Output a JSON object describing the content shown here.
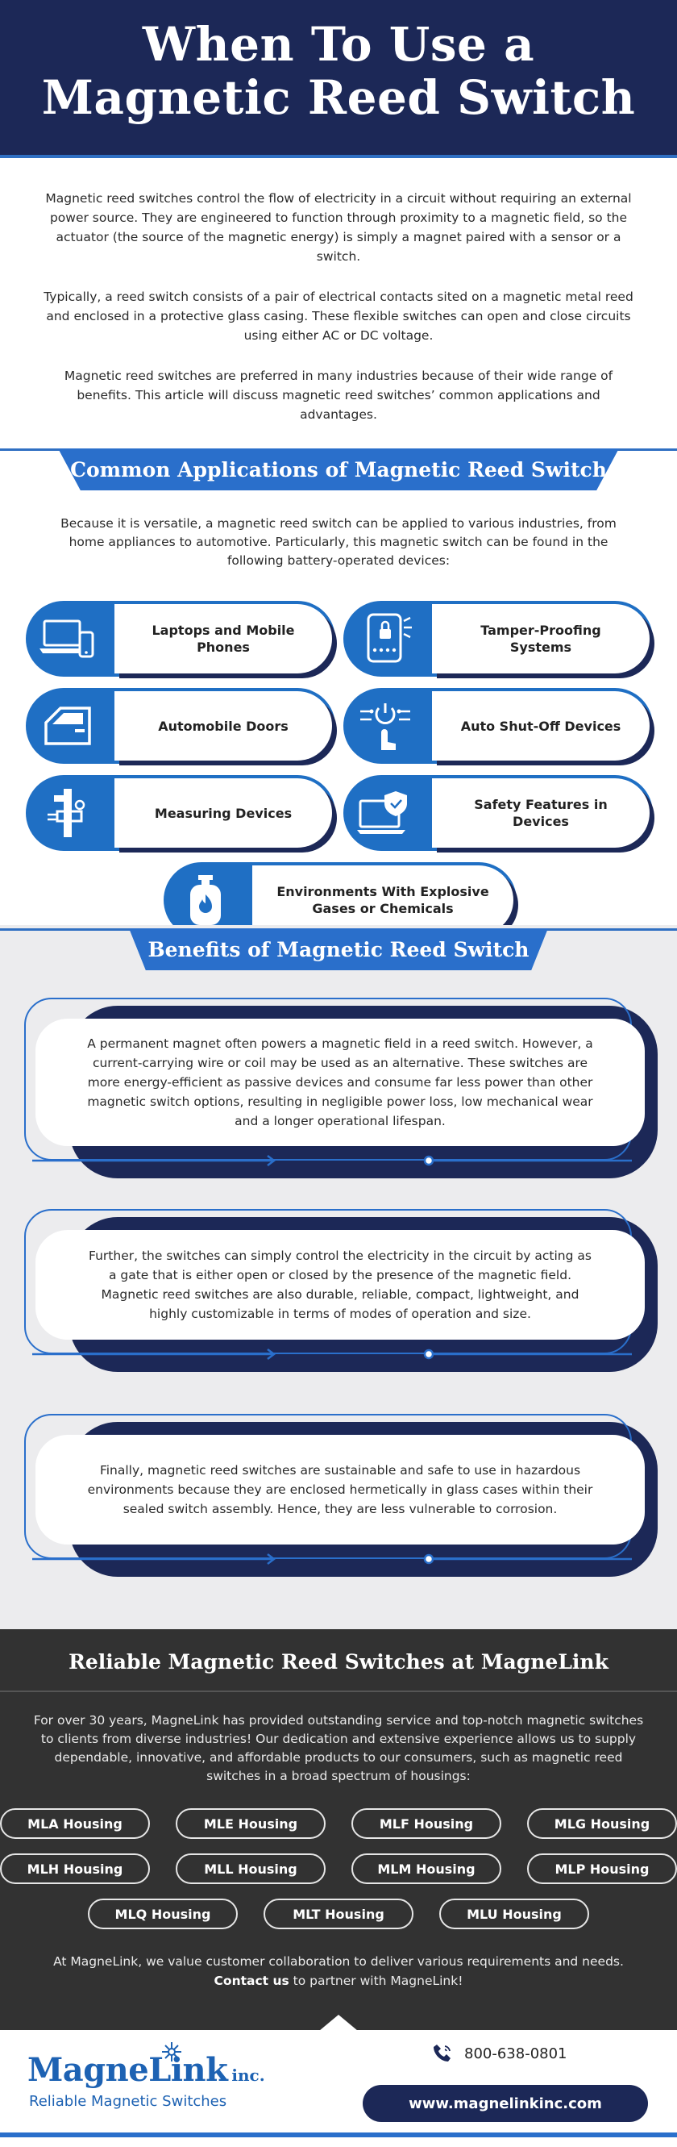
{
  "header": {
    "title_line1": "When To Use a",
    "title_line2": "Magnetic Reed Switch"
  },
  "intro": {
    "p1": "Magnetic reed switches control the flow of electricity in a circuit without requiring an external power source. They are engineered to function through proximity to a magnetic field, so the actuator (the source of the magnetic energy) is simply a magnet paired with a sensor or a switch.",
    "p2": "Typically, a reed switch consists of a pair of electrical contacts sited on a magnetic metal reed and enclosed in a protective glass casing. These flexible switches can open and close circuits using either AC or DC voltage.",
    "p3": "Magnetic reed switches are preferred in many industries because of their wide range of benefits. This article will discuss magnetic reed switches’ common applications and advantages."
  },
  "applications": {
    "heading": "Common Applications of Magnetic Reed Switch",
    "intro": "Because it is versatile, a magnetic reed switch can be applied to various industries, from home appliances to automotive. Particularly, this magnetic switch can be found in the following battery-operated devices:",
    "items": [
      {
        "label": "Laptops and Mobile Phones",
        "icon": "laptop-phone-icon"
      },
      {
        "label": "Tamper-Proofing Systems",
        "icon": "lock-keypad-icon"
      },
      {
        "label": "Automobile Doors",
        "icon": "car-door-icon"
      },
      {
        "label": "Auto Shut-Off Devices",
        "icon": "power-touch-icon"
      },
      {
        "label": "Measuring Devices",
        "icon": "caliper-icon"
      },
      {
        "label": "Safety Features in Devices",
        "icon": "shield-monitor-icon"
      },
      {
        "label": "Environments With Explosive Gases or Chemicals",
        "icon": "gas-cylinder-icon"
      }
    ]
  },
  "benefits": {
    "heading": "Benefits of Magnetic Reed Switch",
    "items": [
      "A permanent magnet often powers a magnetic field in a reed switch. However, a current-carrying wire or coil may be used as an alternative. These switches are more energy-efficient as passive devices and consume far less power than other magnetic switch options, resulting in negligible power loss, low mechanical wear and a longer operational lifespan.",
      "Further, the switches can simply control the electricity in the circuit by acting as a gate that is either open or closed by the presence of the magnetic field. Magnetic reed switches are also durable, reliable, compact, lightweight, and highly customizable in terms of modes of operation and size.",
      "Finally, magnetic reed switches are sustainable and safe to use in hazardous environments because they are enclosed hermetically in glass cases within their sealed switch assembly. Hence, they are less vulnerable to corrosion."
    ]
  },
  "magnelink": {
    "heading": "Reliable Magnetic Reed Switches at MagneLink",
    "text": "For over 30 years, MagneLink has provided outstanding service and top-notch magnetic switches to clients from diverse industries! Our dedication and extensive experience allows us to supply dependable, innovative, and affordable products to our consumers, such as magnetic reed switches in a broad spectrum of housings:",
    "housings": [
      "MLA Housing",
      "MLE Housing",
      "MLF Housing",
      "MLG Housing",
      "MLH Housing",
      "MLL Housing",
      "MLM Housing",
      "MLP Housing",
      "MLQ Housing",
      "MLT Housing",
      "MLU Housing"
    ],
    "closing": "At MagneLink, we value customer collaboration to deliver various requirements and needs.",
    "contact_link": "Contact us",
    "contact_rest": " to partner with MagneLink!"
  },
  "footer": {
    "logo_name": "MagneLink",
    "logo_suffix": "inc.",
    "tagline": "Reliable Magnetic Switches",
    "phone": "800-638-0801",
    "website": "www.magnelinkinc.com"
  },
  "colors": {
    "navy": "#1c2857",
    "blue": "#2a6fcb",
    "dark": "#323232",
    "grey": "#ececee"
  }
}
